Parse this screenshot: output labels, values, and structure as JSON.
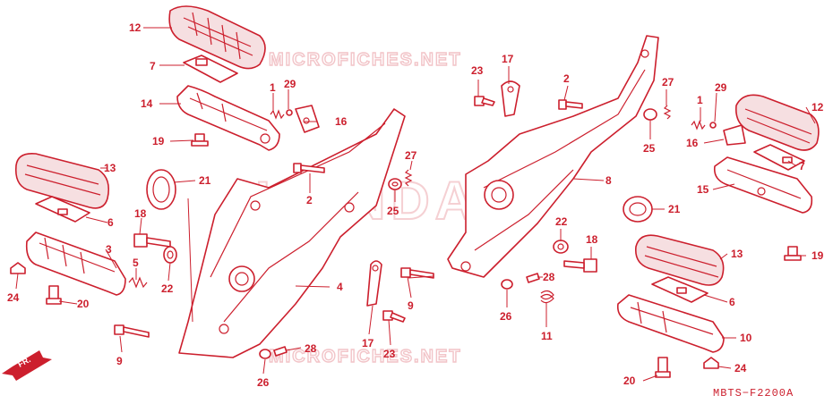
{
  "watermarks": {
    "top": "MICROFICHES.NET",
    "bottom": "MICROFICHES.NET",
    "logo": "HONDA"
  },
  "reference_code": "MBTS−F2200A",
  "direction_marker": "FR.",
  "callouts": {
    "c12a": "12",
    "c7a": "7",
    "c14": "14",
    "c19a": "19",
    "c1a": "1",
    "c29a": "29",
    "c16a": "16",
    "c13a": "13",
    "c6a": "6",
    "c3": "3",
    "c5": "5",
    "c24a": "24",
    "c20a": "20",
    "c21a": "21",
    "c18a": "18",
    "c22a": "22",
    "c4": "4",
    "c9a": "9",
    "c2a": "2",
    "c27a": "27",
    "c25a": "25",
    "c17a": "17",
    "c23a": "23",
    "c28a": "28",
    "c26a": "26",
    "c23b": "23",
    "c17b": "17",
    "c2b": "2",
    "c27b": "27",
    "c25b": "25",
    "c8": "8",
    "c21b": "21",
    "c22b": "22",
    "c18b": "18",
    "c9b": "9",
    "c28b": "28",
    "c26b": "26",
    "c11": "11",
    "c1b": "1",
    "c29b": "29",
    "c12b": "12",
    "c16b": "16",
    "c7b": "7",
    "c15": "15",
    "c19b": "19",
    "c13b": "13",
    "c6b": "6",
    "c10": "10",
    "c20b": "20",
    "c24b": "24"
  },
  "colors": {
    "line": "#cc1f2d",
    "watermark": "#f2c4c8",
    "background": "#ffffff"
  }
}
